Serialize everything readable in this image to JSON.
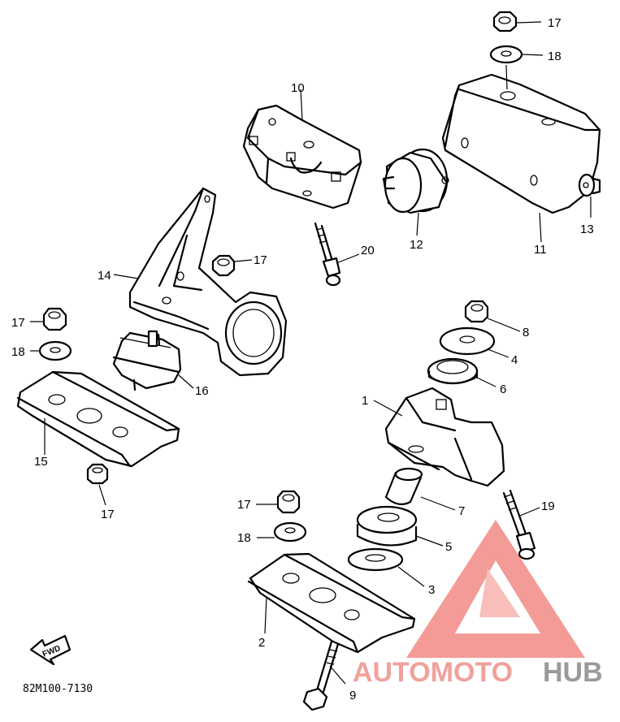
{
  "diagram": {
    "code": "82M100-7130",
    "fwd_label": "FWD",
    "labels": {
      "p1": "1",
      "p2": "2",
      "p3": "3",
      "p4": "4",
      "p5": "5",
      "p6": "6",
      "p7": "7",
      "p8": "8",
      "p9": "9",
      "p10": "10",
      "p11": "11",
      "p12": "12",
      "p13": "13",
      "p14": "14",
      "p15": "15",
      "p16": "16",
      "p17a": "17",
      "p17b": "17",
      "p17c": "17",
      "p17d": "17",
      "p17e": "17",
      "p18a": "18",
      "p18b": "18",
      "p18c": "18",
      "p19": "19",
      "p20": "20"
    }
  },
  "watermark": {
    "part1": "AUTOMOTO",
    "part2": "HUB",
    "color_red": "#e0453f",
    "color_grey": "#8a8a8a"
  }
}
